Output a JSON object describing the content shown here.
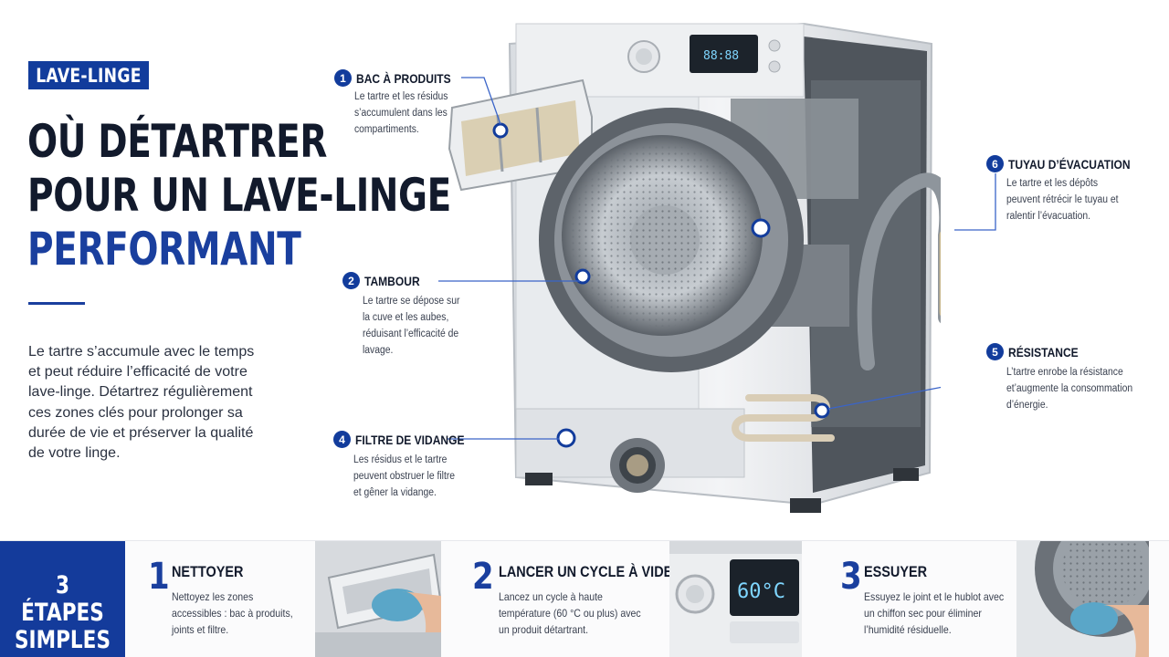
{
  "tag": "LAVE-LINGE",
  "title": {
    "line1": "OÙ DÉTARTRER",
    "line2": "POUR UN LAVE-LINGE",
    "line3": "PERFORMANT"
  },
  "intro": "Le tartre s’accumule avec le temps et peut réduire l’efficacité de votre lave-linge. Détartrez régulièrement ces zones clés pour prolonger sa durée de vie et préserver la qualité de votre linge.",
  "callouts": [
    {
      "num": "1",
      "title": "BAC À PRODUITS",
      "desc": "Le tartre et les résidus s’accumulent dans les compartiments."
    },
    {
      "num": "2",
      "title": "TAMBOUR",
      "desc": "Le tartre se dépose sur la cuve et les aubes, réduisant l’efficacité de lavage."
    },
    {
      "num": "4",
      "title": "FILTRE DE VIDANGE",
      "desc": "Les résidus et le tartre peuvent obstruer le filtre et gêner la vidange."
    },
    {
      "num": "5",
      "title": "RÉSISTANCE",
      "desc": "L’tartre enrobe la résistance et’augmente la consommation d’énergie."
    },
    {
      "num": "6",
      "title": "TUYAU D’ÉVACUATION",
      "desc": "Le tartre et les dépôts peuvent rétrécir le tuyau et ralentir l’évacuation."
    }
  ],
  "display_temp": "60°C",
  "steps_box": {
    "line1": "3 ÉTAPES",
    "line2": "SIMPLES"
  },
  "steps": [
    {
      "num": "1",
      "title": "NETTOYER",
      "desc": "Nettoyez les zones accessibles : bac à produits, joints et filtre."
    },
    {
      "num": "2",
      "title": "LANCER UN CYCLE À VIDE",
      "desc": "Lancez un cycle à haute température (60 °C ou plus) avec un produit détartrant."
    },
    {
      "num": "3",
      "title": "ESSUYER",
      "desc": "Essuyez le joint et le hublot avec un chiffon sec pour éliminer l’humidité résiduelle."
    }
  ],
  "colors": {
    "accent": "#1a3f9e",
    "dark": "#121a2c"
  }
}
